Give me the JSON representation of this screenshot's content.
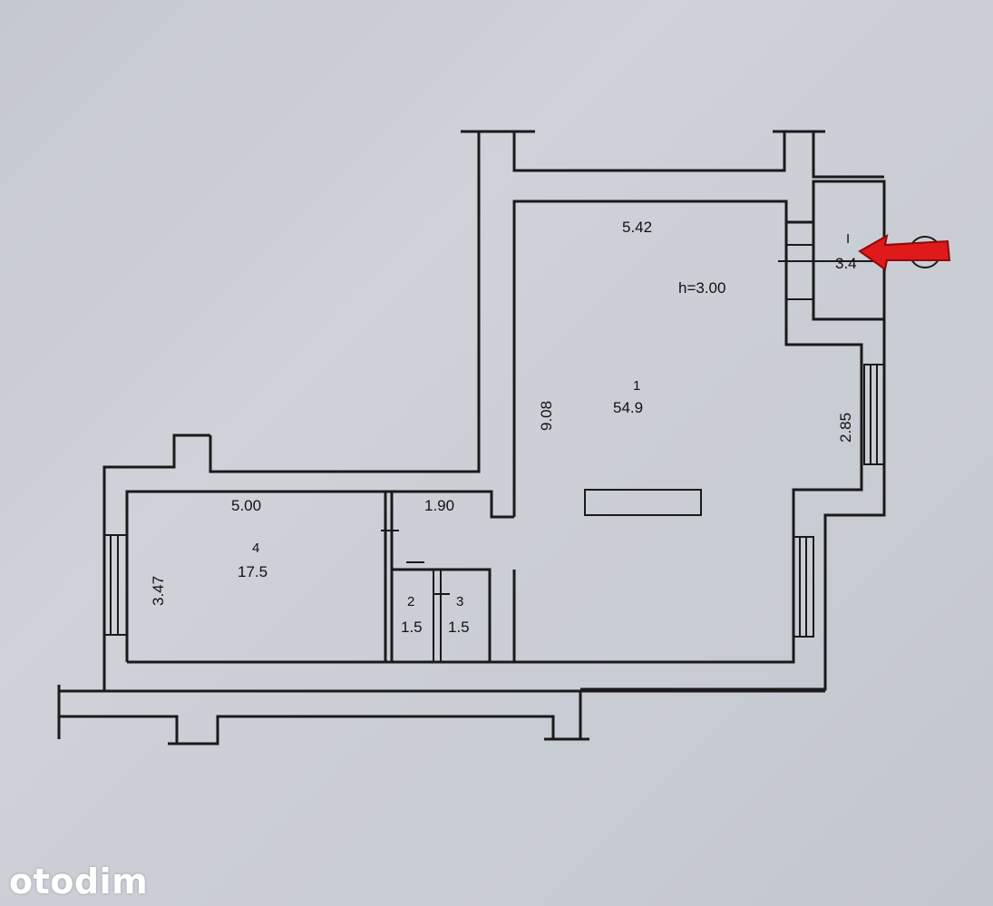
{
  "plan": {
    "ceiling_height": "h=3.00",
    "rooms": [
      {
        "id": "room-1",
        "number": "1",
        "area": "54.9"
      },
      {
        "id": "room-2",
        "number": "2",
        "area": "1.5"
      },
      {
        "id": "room-3",
        "number": "3",
        "area": "1.5"
      },
      {
        "id": "room-4",
        "number": "4",
        "area": "17.5"
      },
      {
        "id": "room-I",
        "number": "I",
        "area": "3.4"
      }
    ],
    "dimensions": {
      "room1_width": "5.42",
      "room1_length": "9.08",
      "room1_side": "2.85",
      "room4_width": "5.00",
      "room4_depth": "3.47",
      "hall_width": "1.90"
    }
  },
  "marker": {
    "icon": "red-arrow-icon",
    "color": "#e0191b"
  },
  "watermark": {
    "text": "otodim"
  }
}
